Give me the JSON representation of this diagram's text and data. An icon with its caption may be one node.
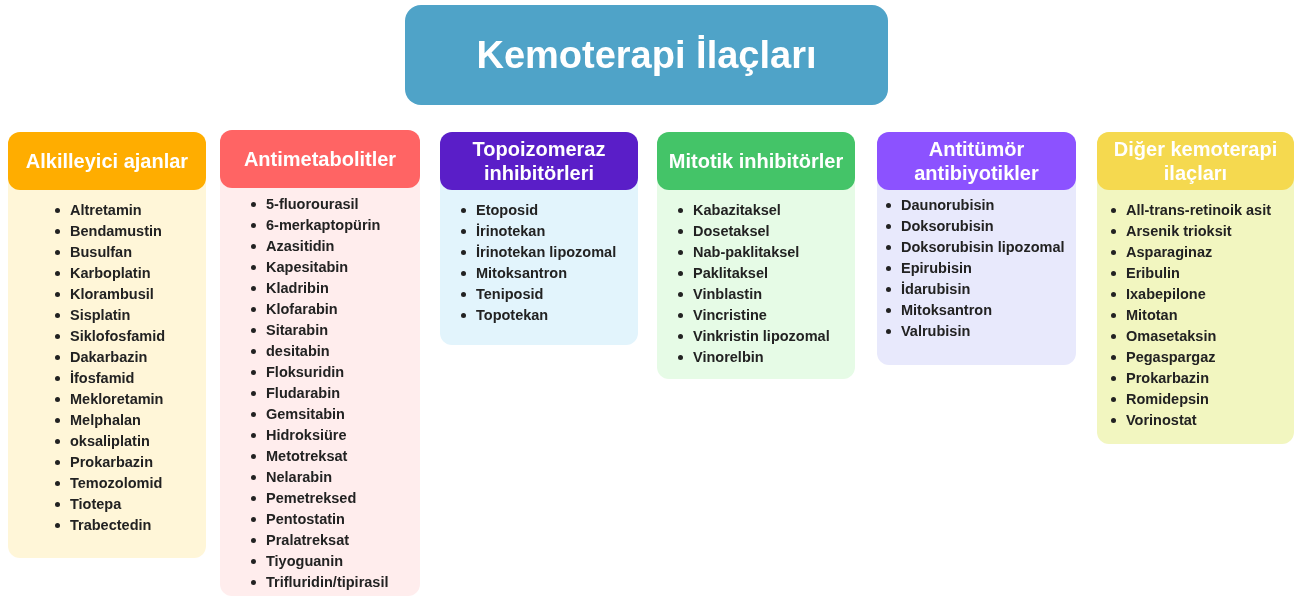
{
  "diagram": {
    "nodes": [
      {
        "text": [
          "Kemoterapi İlaçları"
        ]
      },
      {
        "text": [
          "Alkilleyici ajanlar",
          "Altretamin",
          "Bendamustin",
          "Busulfan",
          "Karboplatin",
          "Klorambusil",
          "Sisplatin",
          "Siklofosfamid",
          "Dakarbazin",
          "İfosfamid",
          "Mekloretamin",
          "Melphalan",
          "oksaliplatin",
          "Prokarbazin",
          "Temozolomid",
          "Tiotepa",
          "Trabectedin"
        ]
      },
      {
        "text": [
          "Antimetabolitler",
          "5-fluorourasil",
          "6-merkaptopürin",
          "Azasitidin",
          "Kapesitabin",
          "Kladribin",
          "Klofarabin",
          "Sitarabin",
          "desitabin",
          "Floksuridin",
          "Fludarabin",
          "Gemsitabin",
          "Hidroksiüre",
          "Metotreksat",
          "Nelarabin",
          "Pemetreksed",
          "Pentostatin",
          "Pralatreksat",
          "Tiyoguanin",
          "Trifluridin/tipirasil"
        ]
      },
      {
        "text": [
          "Topoizomeraz inhibitörleri",
          "Etoposid",
          "İrinotekan",
          "İrinotekan lipozomal",
          "Mitoksantron",
          "Teniposid",
          "Topotekan"
        ]
      },
      {
        "text": [
          "Mitotik inhibitörler",
          "Kabazitaksel",
          "Dosetaksel",
          "Nab-paklitaksel",
          "Paklitaksel",
          "Vinblastin",
          "Vincristine",
          "Vinkristin lipozomal",
          "Vinorelbin"
        ]
      },
      {
        "text": [
          "Antitümör antibiyotikler",
          "Daunorubisin",
          "Doksorubisin",
          "Doksorubisin lipozomal",
          "Epirubisin",
          "İdarubisin",
          "Mitoksantron",
          "Valrubisin"
        ]
      },
      {
        "text": [
          "Diğer kemoterapi ilaçları",
          "All-trans-retinoik asit",
          "Arsenik trioksit",
          "Asparaginaz",
          "Eribulin",
          "Ixabepilone",
          "Mitotan",
          "Omasetaksin",
          "Pegaspargaz",
          "Prokarbazin",
          "Romidepsin",
          "Vorinostat"
        ]
      }
    ],
    "edges": []
  }
}
